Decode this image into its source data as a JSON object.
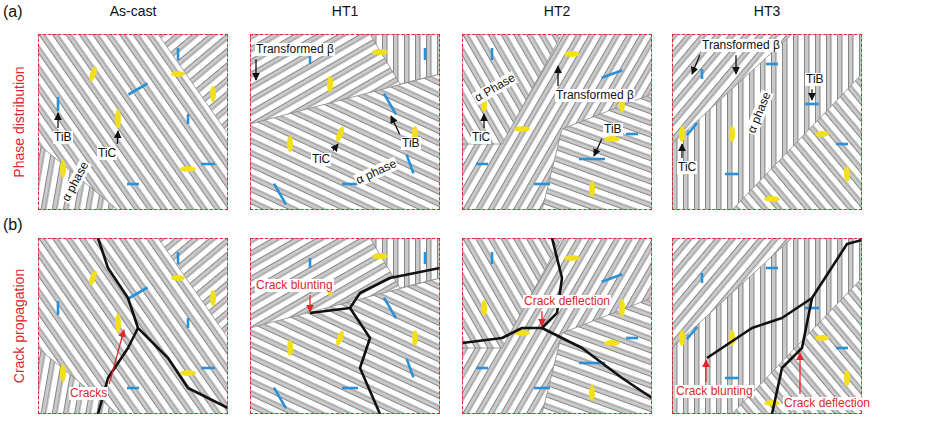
{
  "diagram": {
    "nodes": [
      {
        "text": [
          "TiB",
          "TiC",
          "α phase"
        ]
      },
      {
        "text": [
          "Transformed β",
          "TiC",
          "TiB",
          "α phase"
        ]
      },
      {
        "text": [
          "TiC",
          "Transformed β",
          "α Phase",
          "TiB"
        ]
      },
      {
        "text": [
          "Transformed β",
          "TiB",
          "TiC",
          "α phase"
        ]
      },
      {
        "text": [
          "Cracks"
        ]
      },
      {
        "text": [
          "Crack blunting"
        ]
      },
      {
        "text": [
          "Crack deflection"
        ]
      },
      {
        "text": [
          "Crack blunting",
          "Crack deflection"
        ]
      }
    ],
    "labels": [
      "(a)",
      "Phase distribution",
      "(b)",
      "Crack propagation",
      "As-cast",
      "HT1",
      "HT2",
      "HT3"
    ]
  }
}
